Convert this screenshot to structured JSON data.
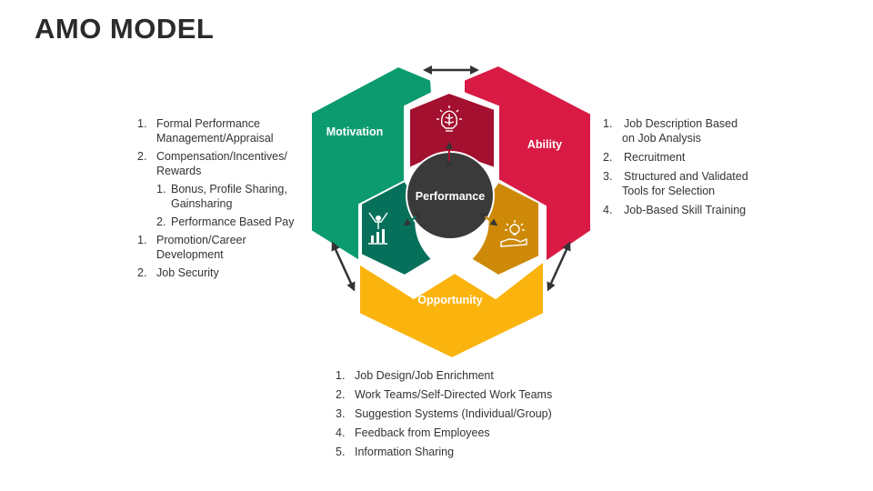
{
  "title": "AMO MODEL",
  "center_label": "Performance",
  "segments": {
    "motivation": {
      "label": "Motivation",
      "color": "#0b9b6e"
    },
    "ability": {
      "label": "Ability",
      "color": "#d81a45"
    },
    "opportunity": {
      "label": "Opportunity",
      "color": "#fbb30e"
    }
  },
  "inner_colors": {
    "brain": "#a4102f",
    "bulb": "#cd8907",
    "people": "#06705a",
    "center": "#3a3a3a"
  },
  "icons": [
    "brain-lightbulb-icon",
    "hand-lightbulb-icon",
    "person-growth-chart-icon"
  ],
  "motivation_list": [
    {
      "num": "1.",
      "text": "Formal Performance Management/Appraisal"
    },
    {
      "num": "2.",
      "text": "Compensation/Incentives/ Rewards"
    },
    {
      "num": "1.",
      "text": "Bonus, Profile Sharing, Gainsharing",
      "sub": true
    },
    {
      "num": "2.",
      "text": "Performance Based Pay",
      "sub": true
    },
    {
      "num": "1.",
      "text": "Promotion/Career Development"
    },
    {
      "num": "2.",
      "text": "Job Security"
    }
  ],
  "ability_list": [
    {
      "num": "1.",
      "text": "Job Description Based on Job Analysis"
    },
    {
      "num": "2.",
      "text": "Recruitment"
    },
    {
      "num": "3.",
      "text": "Structured and Validated Tools for Selection"
    },
    {
      "num": "4.",
      "text": "Job-Based Skill Training"
    }
  ],
  "opportunity_list": [
    {
      "num": "1.",
      "text": "Job Design/Job Enrichment"
    },
    {
      "num": "2.",
      "text": "Work Teams/Self-Directed Work Teams"
    },
    {
      "num": "3.",
      "text": "Suggestion Systems (Individual/Group)"
    },
    {
      "num": "4.",
      "text": "Feedback from Employees"
    },
    {
      "num": "5.",
      "text": "Information Sharing"
    }
  ]
}
